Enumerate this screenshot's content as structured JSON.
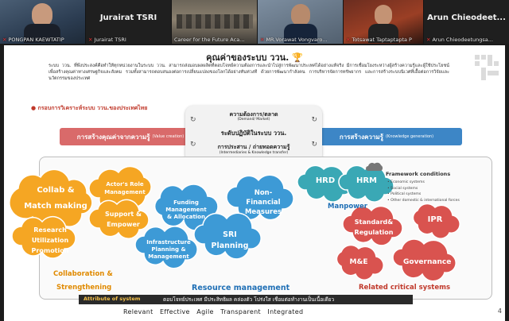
{
  "participants": [
    {
      "name": "PONGPAN KAEWTATIP",
      "muted": true
    },
    {
      "name": "Jurairat TSRI",
      "muted": true,
      "tile_label": "Jurairat TSRI"
    },
    {
      "name": "Career for the Future Aca...",
      "muted": false
    },
    {
      "name": "MR.Vorawat Vongvaro...",
      "muted": true
    },
    {
      "name": "Totsawat Taptaptapta P",
      "muted": true
    },
    {
      "name": "Arun Chieodeetungsa...",
      "muted": true,
      "tile_label": "Arun  Chieodeet..."
    }
  ],
  "slide": {
    "title": "คุณค่าของระบบ ววน.",
    "intro": "ระบบ ววน. ที่พึงประสงค์คือทำให้ทุกหน่วยงานในระบบ ววน. สามารถส่งมอบผลผลิตที่ตอบโจทย์ความต้องการและนำไปสู่การพัฒนาประเทศได้อย่างแท้จริง มีการเชื่อมโยงระหว่างผู้สร้างความรู้และผู้ใช้ประโยชน์ เพื่อสร้างคุณค่าทางเศรษฐกิจและสังคม รวมทั้งสามารถตอบสนองต่อการเปลี่ยนแปลงของโลกได้อย่างทันท่วงที ด้วยการพัฒนากำลังคน การบริหารจัดการทรัพยากร และการสร้างระบบนิเวศที่เอื้อต่อการวิจัยและนวัตกรรมของประเทศ",
    "subtitle": "กรอบการวิเคราะห์ระบบ ววน.ของประเทศไทย",
    "left_pill": {
      "th": "การสร้างคุณค่าจากความรู้",
      "en": "(Value creation)"
    },
    "right_pill": {
      "th": "การสร้างความรู้",
      "en": "(Knowledge generation)"
    },
    "center_top": {
      "th": "ความต้องการ/ตลาด",
      "en": "(Demand/ Market)"
    },
    "center_mid": "ระดับปฏิบัติในระบบ ววน.",
    "center_bot": {
      "th": "การประสาน / ถ่ายทอดความรู้",
      "en": "(Intermediaries & Knowledge transfer)"
    },
    "orange": {
      "items": [
        "Collab &",
        "Match making",
        "Research",
        "Utilization",
        "Promotion",
        "Actor's Role",
        "Management",
        "Support &",
        "Empower"
      ],
      "label1": "Collaboration &",
      "label2": "Strengthening"
    },
    "blue": {
      "items": [
        "Funding",
        "Management",
        "& Allocation",
        "Non-",
        "Financial",
        "Measures",
        "SRI",
        "Planning",
        "Infrastructure",
        "Planning &",
        "Management"
      ],
      "label": "Resource management"
    },
    "teal": {
      "items": [
        "HRD",
        "HRM"
      ],
      "label": "Manpower"
    },
    "framework": {
      "title": "Framework conditions",
      "items": [
        "Economic systems",
        "Social systems",
        "Political systems",
        "Other domestic & international forces"
      ]
    },
    "red": {
      "items": [
        "Standard&",
        "Regulation",
        "IPR",
        "M&E",
        "Governance"
      ],
      "label": "Related critical systems"
    },
    "attr": {
      "label": "Attribute of system",
      "text": "ตอบโจทย์ประเทศ มีประสิทธิผล คล่องตัว โปร่งใส เชื่อมต่อทำงานเป็นเนื้อเดียว"
    },
    "values": "Relevant   Effective   Agile   Transparent   Integrated",
    "page_number": "4"
  },
  "colors": {
    "orange": "#f5a623",
    "blue": "#3d9ad6",
    "teal": "#3aa8b5",
    "red": "#d9534f",
    "left_pill": "#d96a6a",
    "right_pill": "#3d86c6"
  }
}
